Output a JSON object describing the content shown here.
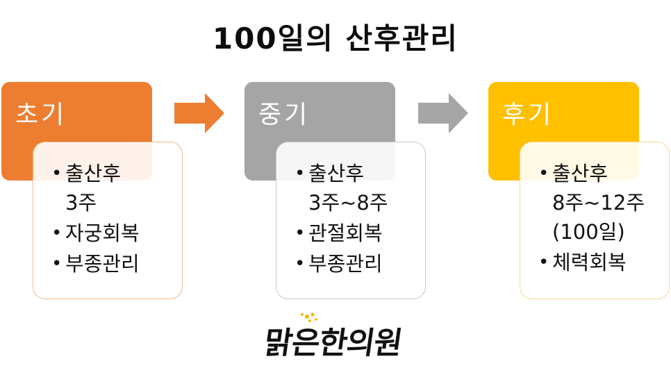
{
  "title": "100일의 산후관리",
  "colors": {
    "early": "#ED7D31",
    "middle": "#A5A5A5",
    "late": "#FFC000",
    "card_border": "#F2B98A",
    "arrow_orange": "#ED7D31",
    "arrow_gray": "#A5A5A5"
  },
  "stages": [
    {
      "label": "초기",
      "items": [
        "출산후\n3주",
        "자궁회복",
        "부종관리"
      ]
    },
    {
      "label": "중기",
      "items": [
        "출산후\n3주~8주",
        "관절회복",
        "부종관리"
      ]
    },
    {
      "label": "후기",
      "items": [
        "출산후\n8주~12주\n(100일)",
        "체력회복"
      ]
    }
  ],
  "logo": {
    "text": "맑은한의원",
    "icon": "sparkle-icon"
  }
}
